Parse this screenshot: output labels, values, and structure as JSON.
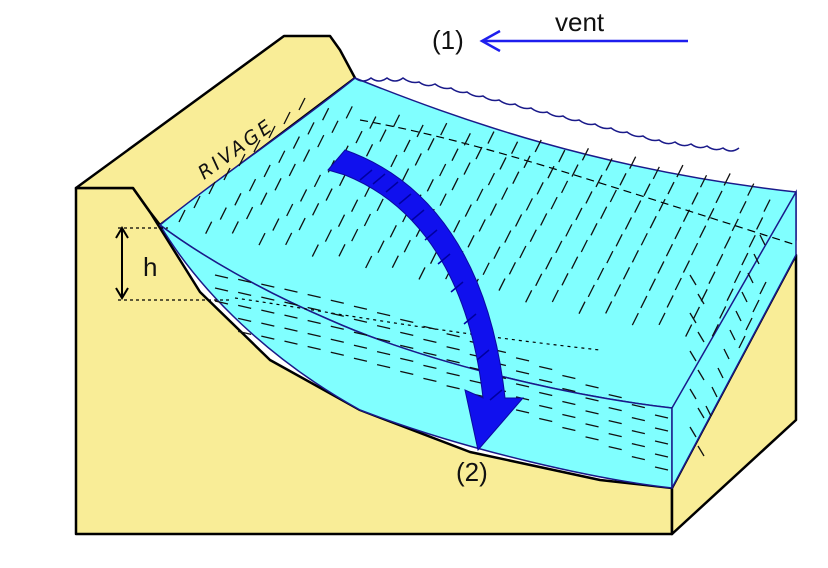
{
  "labels": {
    "vent": "vent",
    "point_1": "(1)",
    "point_2": "(2)",
    "rivage": "RIVAGE",
    "height": "h"
  },
  "colors": {
    "sand": "#f9ed97",
    "water": "#80ffff",
    "water_dark": "#66e9f0",
    "outline": "#000000",
    "arrow": "#1010ee",
    "wind_arrow": "#1e1eee",
    "wave_line": "#1a1a8a"
  },
  "icons": {
    "wind_arrow": "left-arrow-icon",
    "current_arrow": "curved-down-arrow-icon"
  }
}
